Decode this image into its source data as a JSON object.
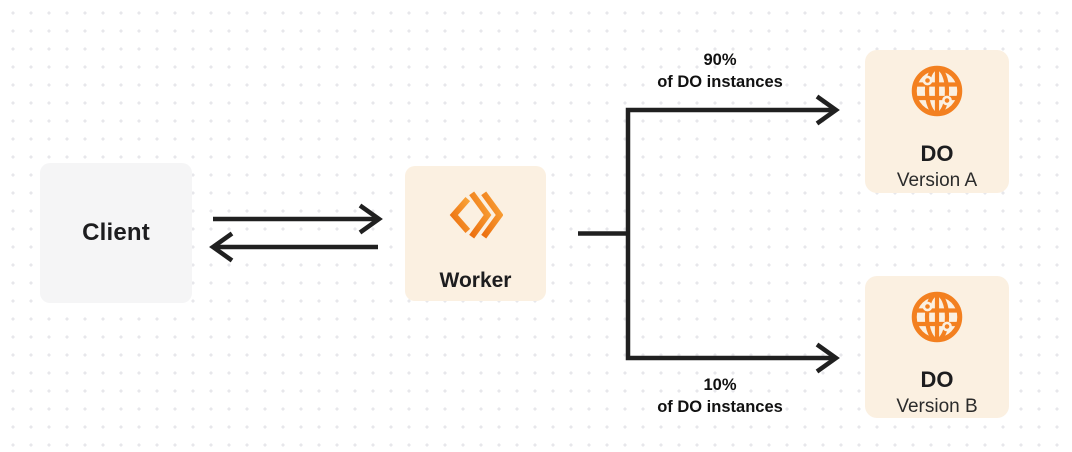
{
  "diagram": {
    "nodes": {
      "client": {
        "label": "Client"
      },
      "worker": {
        "label": "Worker"
      },
      "do_version_a": {
        "title": "DO",
        "subtitle": "Version A"
      },
      "do_version_b": {
        "title": "DO",
        "subtitle": "Version B"
      }
    },
    "branches": {
      "top": {
        "percent": "90%",
        "caption": "of DO instances"
      },
      "bottom": {
        "percent": "10%",
        "caption": "of DO instances"
      }
    },
    "icons": {
      "worker_logo": "cloudflare-workers-double-chevron",
      "do_globe": "globe-with-dots"
    },
    "colors": {
      "accent_orange": "#f38020",
      "node_cream": "#fbf0e1",
      "node_gray": "#f5f5f6",
      "line_dark": "#202020",
      "grid_dot": "#e7e7eb"
    }
  }
}
